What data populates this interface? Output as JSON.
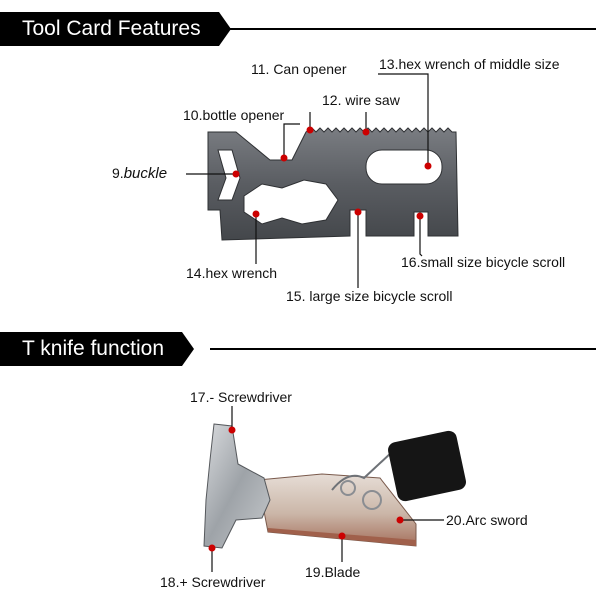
{
  "sections": {
    "tool_card": {
      "title": "Tool Card Features"
    },
    "t_knife": {
      "title": "T knife function"
    }
  },
  "tool_card_labels": {
    "buckle_num": "9.",
    "buckle": "buckle",
    "bottle_opener": "10.bottle opener",
    "can_opener": "11. Can opener",
    "wire_saw": "12. wire saw",
    "hex_middle": "13.hex wrench of middle size",
    "hex_wrench": "14.hex wrench",
    "large_scroll": "15. large size bicycle scroll",
    "small_scroll": "16.small size bicycle scroll"
  },
  "t_knife_labels": {
    "minus_screwdriver": "17.- Screwdriver",
    "plus_screwdriver": "18.+ Screwdriver",
    "blade": "19.Blade",
    "arc_sword": "20.Arc sword"
  },
  "colors": {
    "marker": "#cc0000",
    "steel_dark": "#5a5d62",
    "steel_light": "#b9bcc0",
    "blade_copper": "#c69a86"
  }
}
